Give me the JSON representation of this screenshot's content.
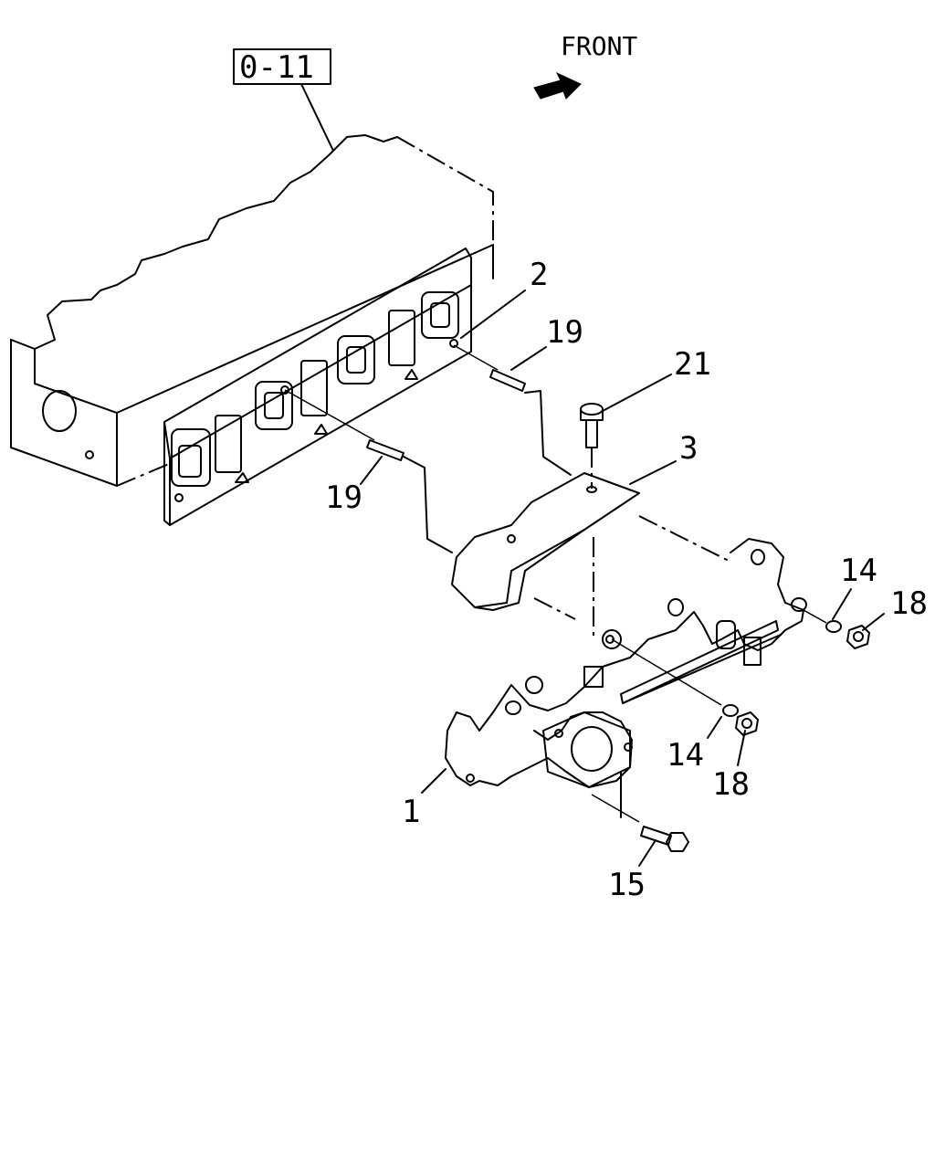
{
  "ref_box": "0-11",
  "front": "FRONT",
  "callouts": [
    {
      "id": "c2",
      "text": "2"
    },
    {
      "id": "c19a",
      "text": "19"
    },
    {
      "id": "c21",
      "text": "21"
    },
    {
      "id": "c3",
      "text": "3"
    },
    {
      "id": "c19b",
      "text": "19"
    },
    {
      "id": "c14a",
      "text": "14"
    },
    {
      "id": "c18a",
      "text": "18"
    },
    {
      "id": "c14b",
      "text": "14"
    },
    {
      "id": "c18b",
      "text": "18"
    },
    {
      "id": "c1",
      "text": "1"
    },
    {
      "id": "c15",
      "text": "15"
    }
  ]
}
